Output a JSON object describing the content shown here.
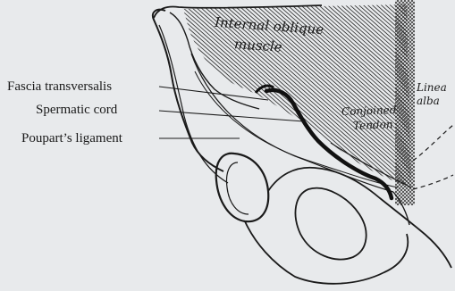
{
  "labels": {
    "fascia_transversalis": "Fascia transversalis",
    "spermatic_cord": "Spermatic cord",
    "pouparts_ligament": "Poupart’s ligament",
    "internal_oblique_line1": "Internal oblique",
    "internal_oblique_line2": "muscle",
    "conjoined_line1": "Conjoined",
    "conjoined_line2": "Tendon",
    "linea_line1": "Linea",
    "linea_line2": "alba"
  },
  "colors": {
    "background": "#e8eaec",
    "ink": "#1a1a1a"
  }
}
